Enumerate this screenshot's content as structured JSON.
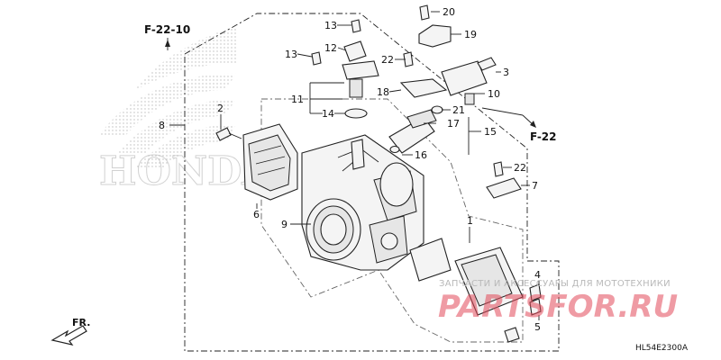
{
  "references": {
    "top_left": "F-22-10",
    "right": "F-22"
  },
  "callouts": [
    "1",
    "2",
    "3",
    "4",
    "5",
    "6",
    "7",
    "8",
    "9",
    "10",
    "11",
    "12",
    "13",
    "13",
    "14",
    "15",
    "16",
    "17",
    "18",
    "19",
    "20",
    "21",
    "22",
    "22"
  ],
  "direction_label": "FR.",
  "diagram_code": "HL54E2300A",
  "watermark": {
    "tagline": "ЗАПЧАСТИ И АКСЕССУАРЫ ДЛЯ МОТОТЕХНИКИ",
    "site": "PARTSFOR.RU",
    "brand": "HONDA"
  },
  "colors": {
    "line": "#222222",
    "watermark_red": "#e34a5a",
    "watermark_gray": "#9a9a9a"
  }
}
